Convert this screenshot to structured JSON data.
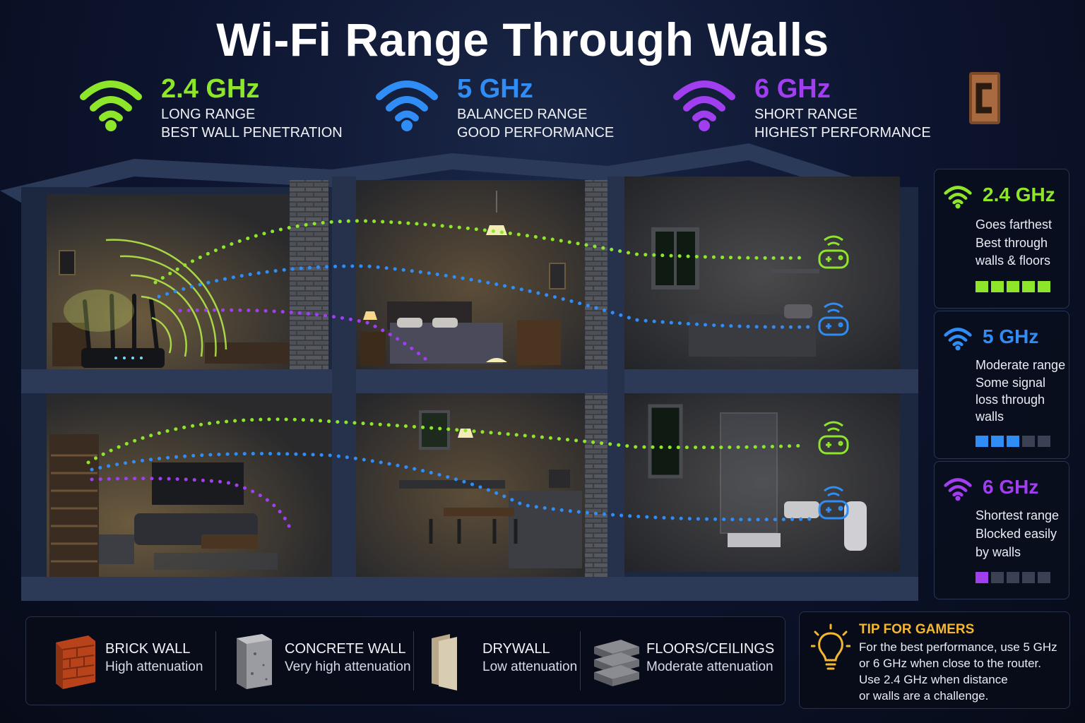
{
  "title": "Wi-Fi Range Through Walls",
  "colors": {
    "band_24": "#8ee62a",
    "band_5": "#2f8df5",
    "band_6": "#a13ef0",
    "tip_accent": "#f5b731",
    "brick": "#d4521e"
  },
  "bands": [
    {
      "freq": "2.4 GHz",
      "line1": "LONG RANGE",
      "line2": "BEST WALL PENETRATION",
      "color": "#8ee62a",
      "icon": "wifi-icon"
    },
    {
      "freq": "5 GHz",
      "line1": "BALANCED RANGE",
      "line2": "GOOD PERFORMANCE",
      "color": "#2f8df5",
      "icon": "wifi-icon"
    },
    {
      "freq": "6 GHz",
      "line1": "SHORT RANGE",
      "line2": "HIGHEST PERFORMANCE",
      "color": "#a13ef0",
      "icon": "wifi-icon"
    }
  ],
  "cards": [
    {
      "title": "2.4 GHz",
      "lines": [
        "Goes farthest",
        "Best through",
        "walls & floors"
      ],
      "strength": 5,
      "max": 5,
      "color": "#8ee62a"
    },
    {
      "title": "5 GHz",
      "lines": [
        "Moderate range",
        "Some signal",
        "loss through",
        "walls"
      ],
      "strength": 3,
      "max": 5,
      "color": "#2f8df5"
    },
    {
      "title": "6 GHz",
      "lines": [
        "Shortest range",
        "Blocked easily",
        "by walls"
      ],
      "strength": 1,
      "max": 5,
      "color": "#a13ef0"
    }
  ],
  "materials": [
    {
      "name": "BRICK WALL",
      "desc": "High attenuation",
      "icon": "brick-icon"
    },
    {
      "name": "CONCRETE WALL",
      "desc": "Very high attenuation",
      "icon": "concrete-icon"
    },
    {
      "name": "DRYWALL",
      "desc": "Low attenuation",
      "icon": "drywall-icon"
    },
    {
      "name": "FLOORS/CEILINGS",
      "desc": "Moderate attenuation",
      "icon": "floor-slab-icon"
    }
  ],
  "tip": {
    "title": "TIP FOR GAMERS",
    "lines": [
      "For the best performance, use 5 GHz",
      "or 6 GHz when close to the router.",
      "Use 2.4 GHz when distance",
      "or walls are a challenge."
    ],
    "icon": "lightbulb-icon"
  },
  "devices": [
    {
      "icon": "gamepad-icon",
      "band": "2.4 GHz",
      "floor": "upper"
    },
    {
      "icon": "gamepad-icon",
      "band": "5 GHz",
      "floor": "upper"
    },
    {
      "icon": "gamepad-icon",
      "band": "2.4 GHz",
      "floor": "lower"
    },
    {
      "icon": "gamepad-icon",
      "band": "5 GHz",
      "floor": "lower"
    }
  ],
  "router_icon": "router-icon",
  "logo_icon": "brand-logo-icon"
}
